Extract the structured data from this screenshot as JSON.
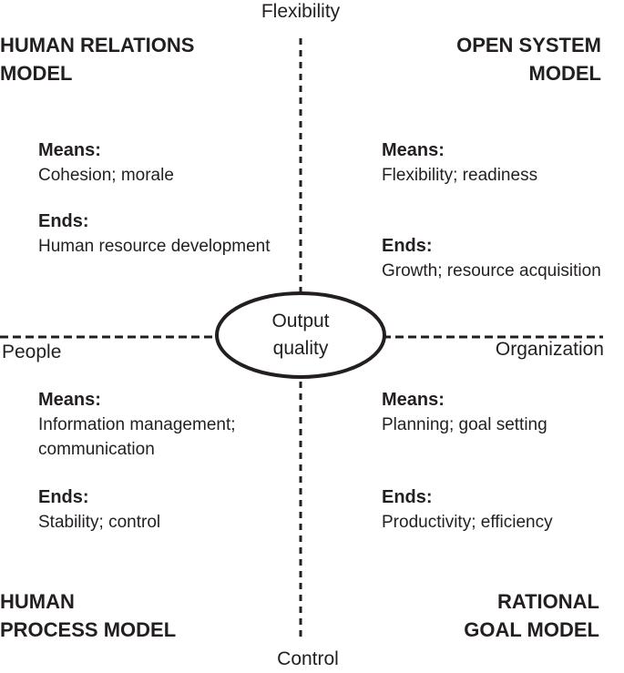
{
  "colors": {
    "ink": "#231f20",
    "background": "#ffffff"
  },
  "axes": {
    "top_label": "Flexibility",
    "bottom_label": "Control",
    "left_label": "People",
    "right_label": "Organization"
  },
  "center_ellipse": {
    "label": "Output\nquality"
  },
  "quadrants": {
    "top_left": {
      "title": "HUMAN RELATIONS\nMODEL",
      "means_label": "Means:",
      "means": "Cohesion; morale",
      "ends_label": "Ends:",
      "ends": "Human resource development"
    },
    "top_right": {
      "title": "OPEN SYSTEM\nMODEL",
      "means_label": "Means:",
      "means": "Flexibility; readiness",
      "ends_label": "Ends:",
      "ends": "Growth; resource acquisition"
    },
    "bottom_left": {
      "title": "HUMAN\nPROCESS MODEL",
      "means_label": "Means:",
      "means": "Information management;\ncommunication",
      "ends_label": "Ends:",
      "ends": "Stability; control"
    },
    "bottom_right": {
      "title": "RATIONAL\nGOAL MODEL",
      "means_label": "Means:",
      "means": "Planning; goal setting",
      "ends_label": "Ends:",
      "ends": "Productivity; efficiency"
    }
  }
}
